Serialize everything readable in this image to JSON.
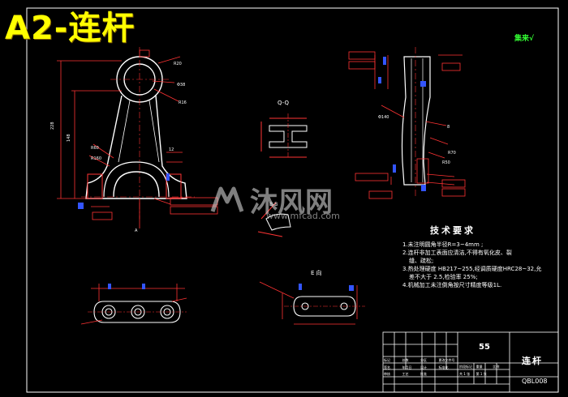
{
  "overlay_title": "A2-连杆",
  "watermark": {
    "name": "沐风网",
    "url": "www.mfcad.com"
  },
  "stamp": "集来√",
  "views": {
    "section_qq": "Q-Q",
    "section_bb": "B-B",
    "view_e": "E 向"
  },
  "tech_requirements": {
    "heading": "技术要求",
    "lines": [
      "1.未注明圆角半径R=3~4mm ;",
      "2.连杆非加工表面应清洁,不得有氧化皮、裂",
      "缝、疏松;",
      "3.热处理硬度 HB217~255,经调质硬度HRC28~32,允",
      "差不大于 2.5,检验率 25%;",
      "4.机械加工未注倒角按尺寸精度等级1L."
    ]
  },
  "title_block": {
    "scale": "55",
    "part_name": "连杆",
    "drawing_no": "QBL008",
    "labels": [
      "标记",
      "处数",
      "分区",
      "更改文件号",
      "签名",
      "年月日",
      "设计",
      "标准化",
      "审核",
      "工艺",
      "批准",
      "阶段标记",
      "重量",
      "比例",
      "共 1 张",
      "第 1 张"
    ]
  },
  "colors": {
    "red": "#ff3333",
    "white": "#ffffff",
    "yellow": "#ffff00",
    "green": "#33ff33",
    "blue": "#3355ff",
    "magenta": "#ff33ff"
  }
}
